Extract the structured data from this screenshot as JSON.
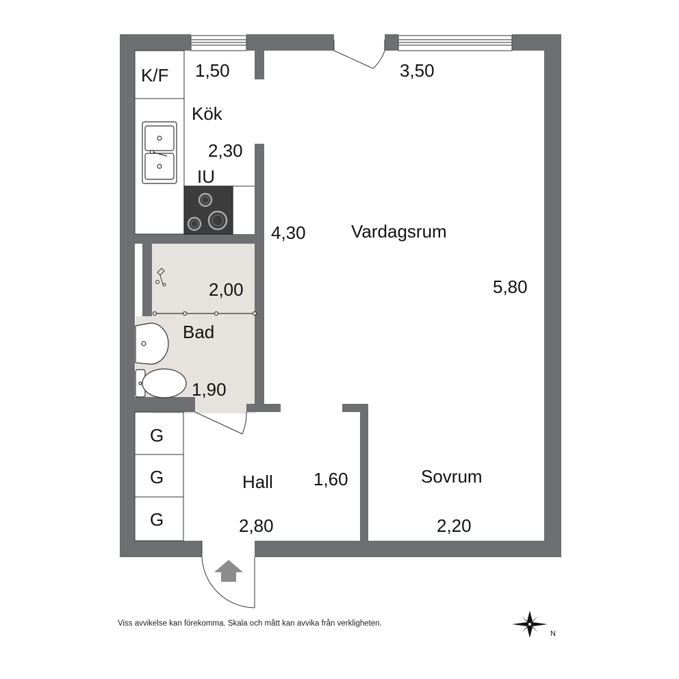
{
  "rooms": {
    "kitchen": {
      "label": "Kök",
      "width": "1,50",
      "depth": "2,30"
    },
    "freezer_unit": {
      "label": "K/F"
    },
    "oven_unit": {
      "label": "IU"
    },
    "living_room": {
      "label": "Vardagsrum",
      "width": "3,50",
      "depth": "4,30",
      "side": "5,80"
    },
    "bathroom": {
      "label": "Bad",
      "width": "2,00",
      "depth": "1,90"
    },
    "hall": {
      "label": "Hall",
      "width": "2,80",
      "depth": "1,60"
    },
    "bedroom": {
      "label": "Sovrum",
      "width": "2,20"
    },
    "wardrobes": [
      "G",
      "G",
      "G"
    ]
  },
  "disclaimer": "Viss avvikelse kan förekomma. Skala och mått kan avvika från verkligheten.",
  "compass": {
    "north_label": "N"
  },
  "colors": {
    "wall": "#6e6f71",
    "bathroom_floor": "#e6e3df",
    "stove": "#3c3c3c",
    "entrance_arrow": "#8c8c8c"
  }
}
